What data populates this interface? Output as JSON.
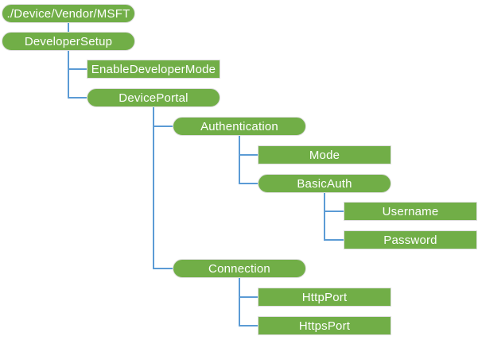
{
  "diagram": {
    "colors": {
      "background": "#FFFFFF",
      "node_fill": "#71AE47",
      "node_border": "#DFDFDF",
      "node_text": "#FFFFFF",
      "connector": "#5B9BD5"
    },
    "nodes": [
      {
        "id": "root",
        "label": "./Device/Vendor/MSFT",
        "shape": "pill",
        "level": 0,
        "row": 0,
        "children": [
          "developer-setup"
        ]
      },
      {
        "id": "developer-setup",
        "label": "DeveloperSetup",
        "shape": "pill",
        "level": 0,
        "row": 1,
        "children": [
          "enable-developer-mode",
          "device-portal"
        ]
      },
      {
        "id": "enable-developer-mode",
        "label": "EnableDeveloperMode",
        "shape": "rect",
        "level": 1,
        "row": 2,
        "children": []
      },
      {
        "id": "device-portal",
        "label": "DevicePortal",
        "shape": "pill",
        "level": 1,
        "row": 3,
        "children": [
          "authentication",
          "connection"
        ]
      },
      {
        "id": "authentication",
        "label": "Authentication",
        "shape": "pill",
        "level": 2,
        "row": 4,
        "children": [
          "mode",
          "basic-auth"
        ]
      },
      {
        "id": "mode",
        "label": "Mode",
        "shape": "rect",
        "level": 3,
        "row": 5,
        "children": []
      },
      {
        "id": "basic-auth",
        "label": "BasicAuth",
        "shape": "pill",
        "level": 3,
        "row": 6,
        "children": [
          "username",
          "password"
        ]
      },
      {
        "id": "username",
        "label": "Username",
        "shape": "rect",
        "level": 4,
        "row": 7,
        "children": []
      },
      {
        "id": "password",
        "label": "Password",
        "shape": "rect",
        "level": 4,
        "row": 8,
        "children": []
      },
      {
        "id": "connection",
        "label": "Connection",
        "shape": "pill",
        "level": 2,
        "row": 9,
        "children": [
          "http-port",
          "https-port"
        ]
      },
      {
        "id": "http-port",
        "label": "HttpPort",
        "shape": "rect",
        "level": 3,
        "row": 10,
        "children": []
      },
      {
        "id": "https-port",
        "label": "HttpsPort",
        "shape": "rect",
        "level": 3,
        "row": 11,
        "children": []
      }
    ]
  }
}
